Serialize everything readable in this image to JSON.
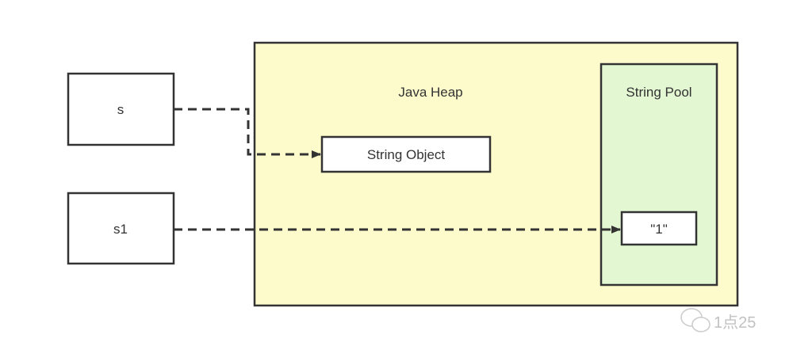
{
  "nodes": {
    "s": "s",
    "s1": "s1",
    "heap": "Java Heap",
    "pool": "String Pool",
    "string_object": "String Object",
    "literal": "\"1\""
  },
  "watermark": "1点25",
  "colors": {
    "heap_fill": "#fdfbcc",
    "pool_fill": "#e3f7d2",
    "stroke": "#333333"
  }
}
